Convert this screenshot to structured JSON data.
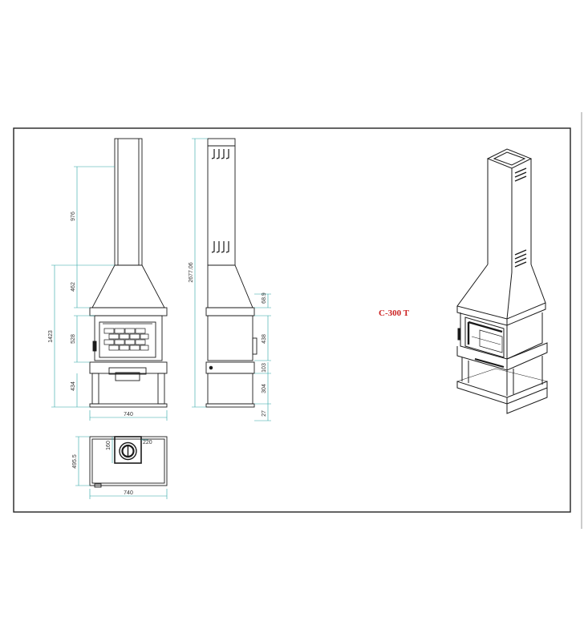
{
  "model_label": "C-300 T",
  "colors": {
    "line": "#1a1a1a",
    "dimension": "#2aa6a6",
    "title": "#cc2222",
    "frame": "#222222"
  },
  "front_view": {
    "dims": {
      "chimney_height": "976",
      "hood_height": "462",
      "overall_height": "1423",
      "firebox_height": "528",
      "base_height": "434",
      "width": "740"
    }
  },
  "side_view": {
    "dims": {
      "total_height": "2677.06",
      "top_band": "68.9",
      "door_height": "438",
      "ledge_height": "103",
      "base_height": "304",
      "foot_height": "27"
    }
  },
  "top_view": {
    "dims": {
      "flue_offset": "160",
      "flue_width": "220",
      "depth": "495.5",
      "width": "740"
    }
  }
}
